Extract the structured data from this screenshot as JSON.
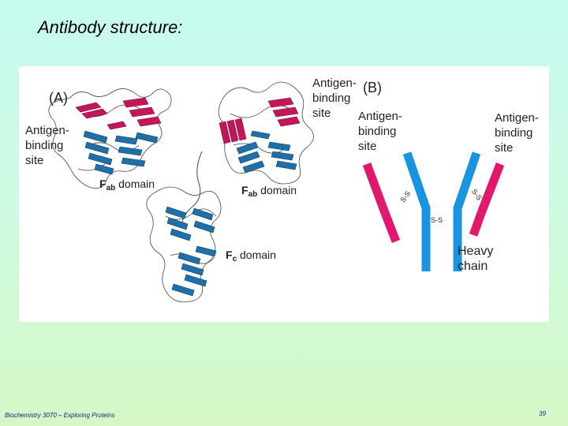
{
  "slide": {
    "title": "Antibody structure:",
    "footer": "Biochemistry 3070 – Exploring Proteins",
    "page_number": "39"
  },
  "figure": {
    "panel_a": {
      "label": "(A)",
      "antigen_site_label": [
        "Antigen-",
        "binding",
        "site"
      ],
      "top_antigen_site_label": [
        "Antigen-",
        "binding",
        "site"
      ],
      "fab_left": {
        "main": "F",
        "sub": "ab",
        "rest": " domain"
      },
      "fab_right": {
        "main": "F",
        "sub": "ab",
        "rest": " domain"
      },
      "fc": {
        "main": "F",
        "sub": "c",
        "rest": " domain"
      }
    },
    "panel_b": {
      "label": "(B)",
      "left_site_label": [
        "Antigen-",
        "binding",
        "site"
      ],
      "right_site_label": [
        "Antigen-",
        "binding",
        "site"
      ],
      "disulfide": "S-S",
      "heavy_chain_label": [
        "Heavy",
        "chain"
      ],
      "colors": {
        "heavy": "#1a93e0",
        "light": "#e0186e"
      }
    },
    "colors": {
      "protein_blue": "#1f6fa8",
      "protein_pink": "#c2185b",
      "outline": "#444444"
    }
  }
}
